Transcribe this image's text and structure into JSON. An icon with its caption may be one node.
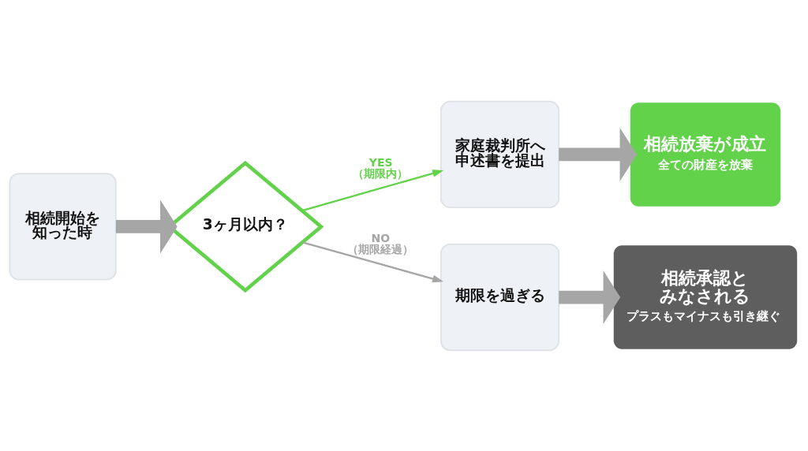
{
  "diagram": {
    "nodes": [
      {
        "text": [
          "相続開始を知った時"
        ]
      },
      {
        "text": [
          "3ヶ月以内？"
        ]
      },
      {
        "text": [
          "家庭裁判所へ申述書を提出"
        ]
      },
      {
        "text": [
          "相続放棄が成立",
          "全ての財産を放棄"
        ]
      },
      {
        "text": [
          "期限を過ぎる"
        ]
      },
      {
        "text": [
          "相続承認とみなされる",
          "プラスもマイナスも引き継ぐ"
        ]
      }
    ],
    "edges": [
      {
        "from": 0,
        "to": 1,
        "arrow": "to"
      },
      {
        "from": 1,
        "to": 2,
        "arrow": "to",
        "label": "YES （期限内）",
        "color": "#62d24a"
      },
      {
        "from": 1,
        "to": 4,
        "arrow": "to",
        "label": "NO （期限経過）"
      },
      {
        "from": 2,
        "to": 3,
        "arrow": "to"
      },
      {
        "from": 4,
        "to": 5,
        "arrow": "to"
      }
    ]
  }
}
